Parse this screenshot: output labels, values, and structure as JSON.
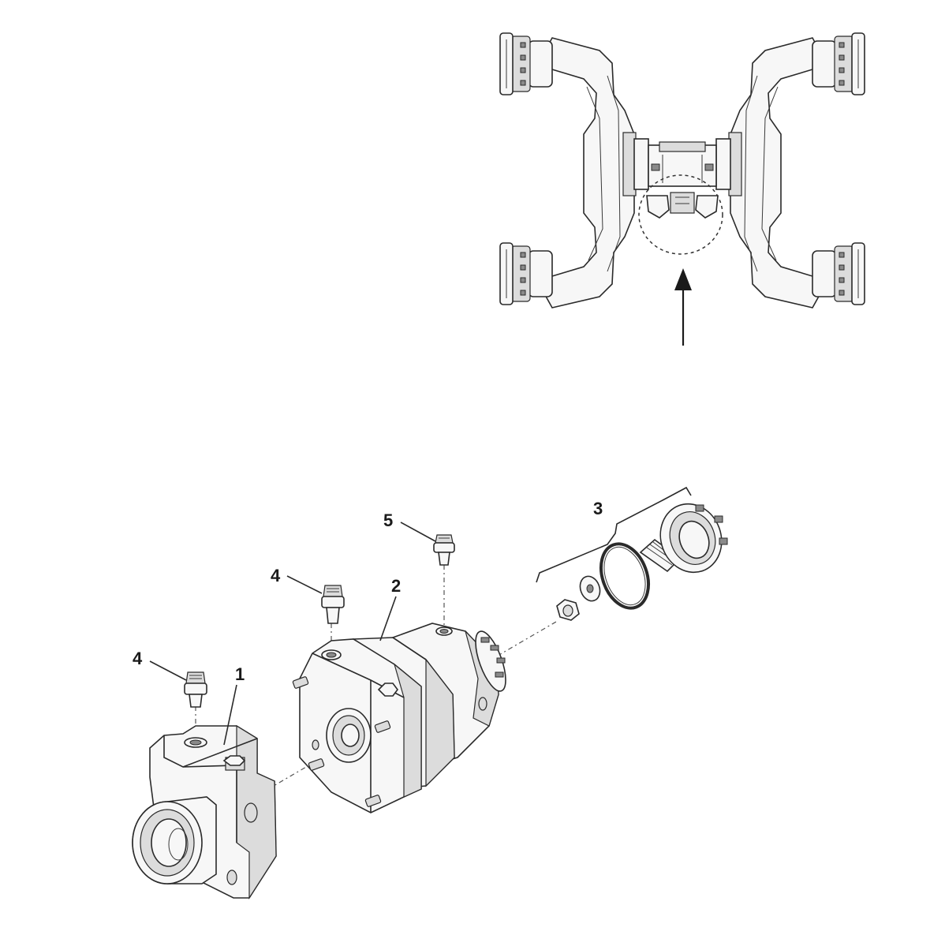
{
  "callouts": {
    "c1": "1",
    "c2": "2",
    "c3": "3",
    "c4a": "4",
    "c4b": "4",
    "c5": "5"
  },
  "icons": [
    "axle-overview-icon",
    "detail-circle-icon",
    "view-arrow-icon",
    "bearing-housing-icon",
    "motor-icon",
    "seal-kit-icon",
    "fitting-icon"
  ]
}
